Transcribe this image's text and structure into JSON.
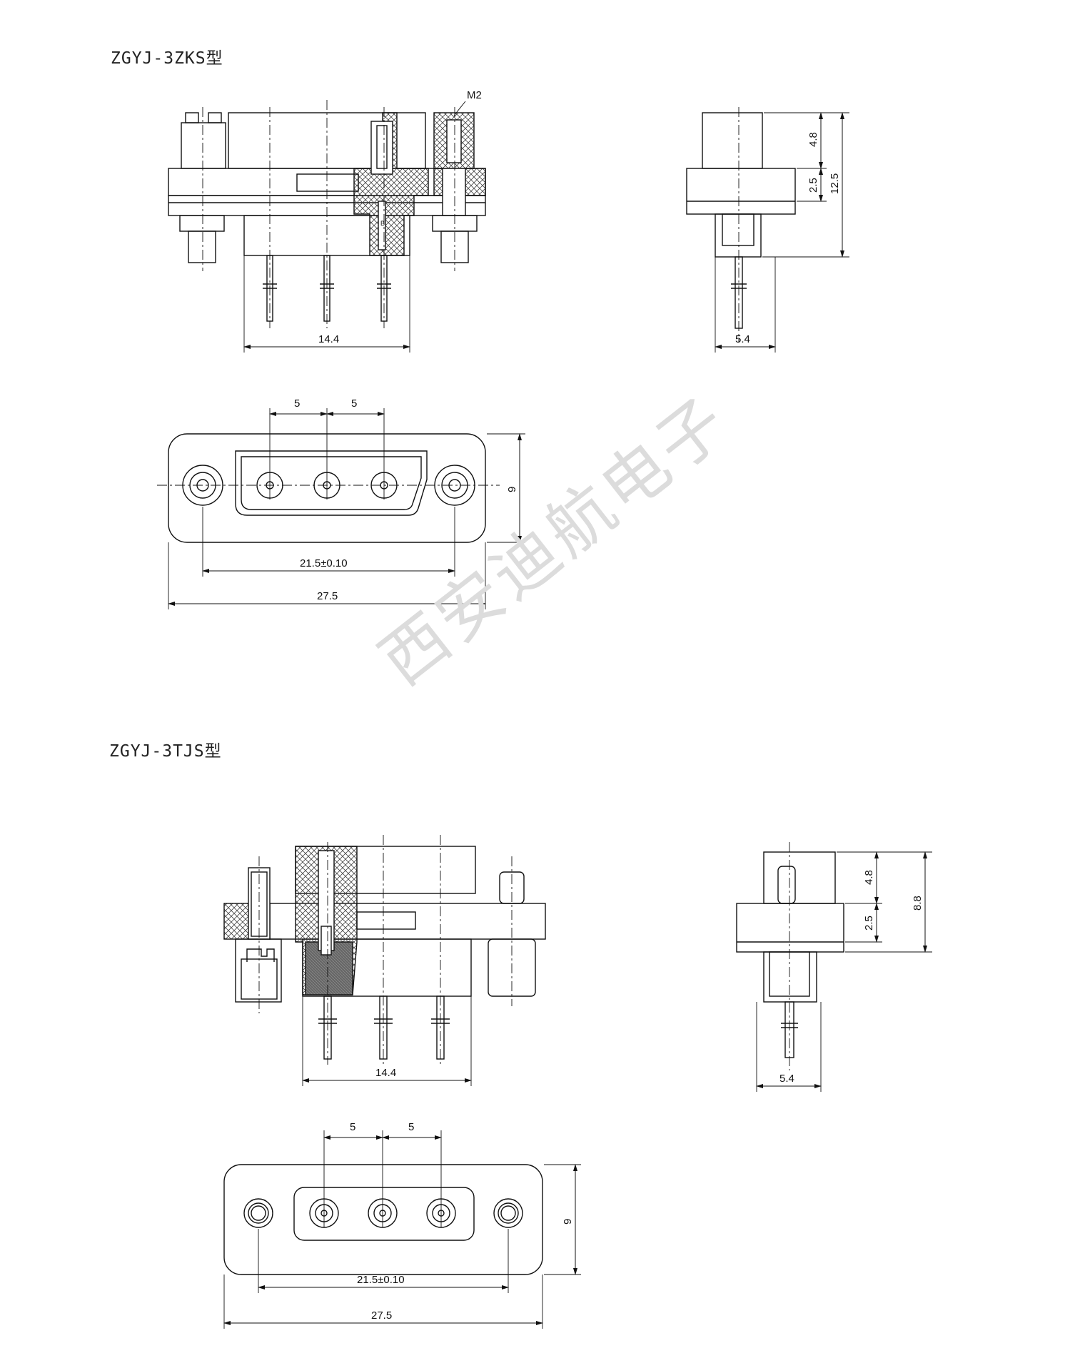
{
  "sections": [
    {
      "title": "ZGYJ-3ZKS型",
      "labels": {
        "thread": "M2",
        "pin_mark": "B"
      },
      "side_view": {
        "dim_height_upper": "4.8",
        "dim_height_flange": "2.5",
        "dim_height_total": "12.5",
        "dim_width": "5.4"
      },
      "front_view": {
        "dim_width": "14.4"
      },
      "bottom_view": {
        "pitch_1": "5",
        "pitch_2": "5",
        "dim_height": "9",
        "mount_spacing": "21.5±0.10",
        "overall_length": "27.5"
      }
    },
    {
      "title": "ZGYJ-3TJS型",
      "side_view": {
        "dim_height_upper": "4.8",
        "dim_height_flange": "2.5",
        "dim_height_total": "8.8",
        "dim_width": "5.4"
      },
      "front_view": {
        "dim_width": "14.4"
      },
      "bottom_view": {
        "pitch_1": "5",
        "pitch_2": "5",
        "dim_height": "9",
        "mount_spacing": "21.5±0.10",
        "overall_length": "27.5"
      }
    }
  ],
  "watermark": "西安迪航电子"
}
